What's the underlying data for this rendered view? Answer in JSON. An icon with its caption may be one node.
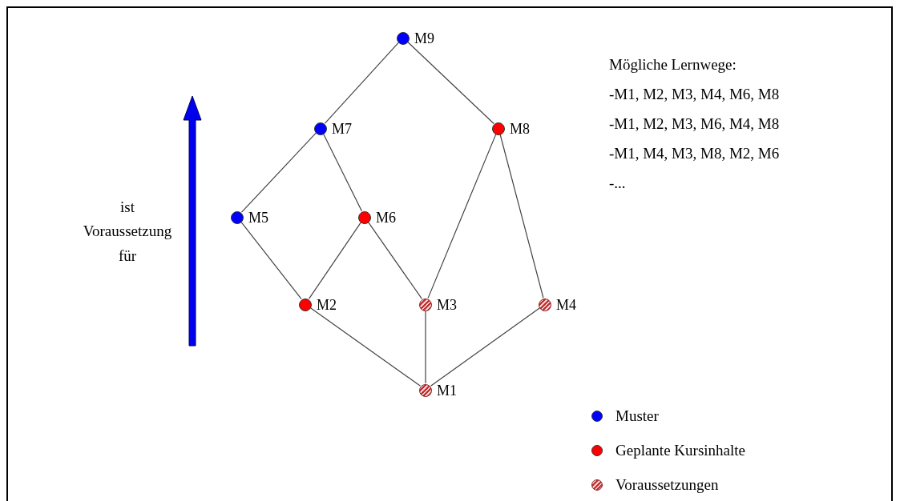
{
  "diagram": {
    "nodes": [
      {
        "text": [
          "M9"
        ]
      },
      {
        "text": [
          "M7"
        ]
      },
      {
        "text": [
          "M8"
        ]
      },
      {
        "text": [
          "M5"
        ]
      },
      {
        "text": [
          "M6"
        ]
      },
      {
        "text": [
          "M2"
        ]
      },
      {
        "text": [
          "M3"
        ]
      },
      {
        "text": [
          "M4"
        ]
      },
      {
        "text": [
          "M1"
        ]
      }
    ],
    "edges": [
      {
        "from": 0,
        "to": 1,
        "arrow": "none"
      },
      {
        "from": 0,
        "to": 2,
        "arrow": "none"
      },
      {
        "from": 1,
        "to": 3,
        "arrow": "none"
      },
      {
        "from": 1,
        "to": 4,
        "arrow": "none"
      },
      {
        "from": 3,
        "to": 5,
        "arrow": "none"
      },
      {
        "from": 4,
        "to": 5,
        "arrow": "none"
      },
      {
        "from": 4,
        "to": 6,
        "arrow": "none"
      },
      {
        "from": 2,
        "to": 6,
        "arrow": "none"
      },
      {
        "from": 2,
        "to": 7,
        "arrow": "none"
      },
      {
        "from": 5,
        "to": 8,
        "arrow": "none"
      },
      {
        "from": 6,
        "to": 8,
        "arrow": "none"
      },
      {
        "from": 7,
        "to": 8,
        "arrow": "none"
      }
    ],
    "labels": [
      "ist Voraussetzung für",
      "Mögliche Lernwege:",
      "-M1, M2, M3, M4, M6, M8",
      "-M1, M2, M3, M6, M4, M8",
      "-M1, M4, M3, M8, M2, M6",
      "-..."
    ],
    "legend": [
      {
        "text": "Muster",
        "color": "#0000ff"
      },
      {
        "text": "Geplante Kursinhalte",
        "color": "#ff0000"
      },
      {
        "text": "Voraussetzungen"
      }
    ]
  }
}
